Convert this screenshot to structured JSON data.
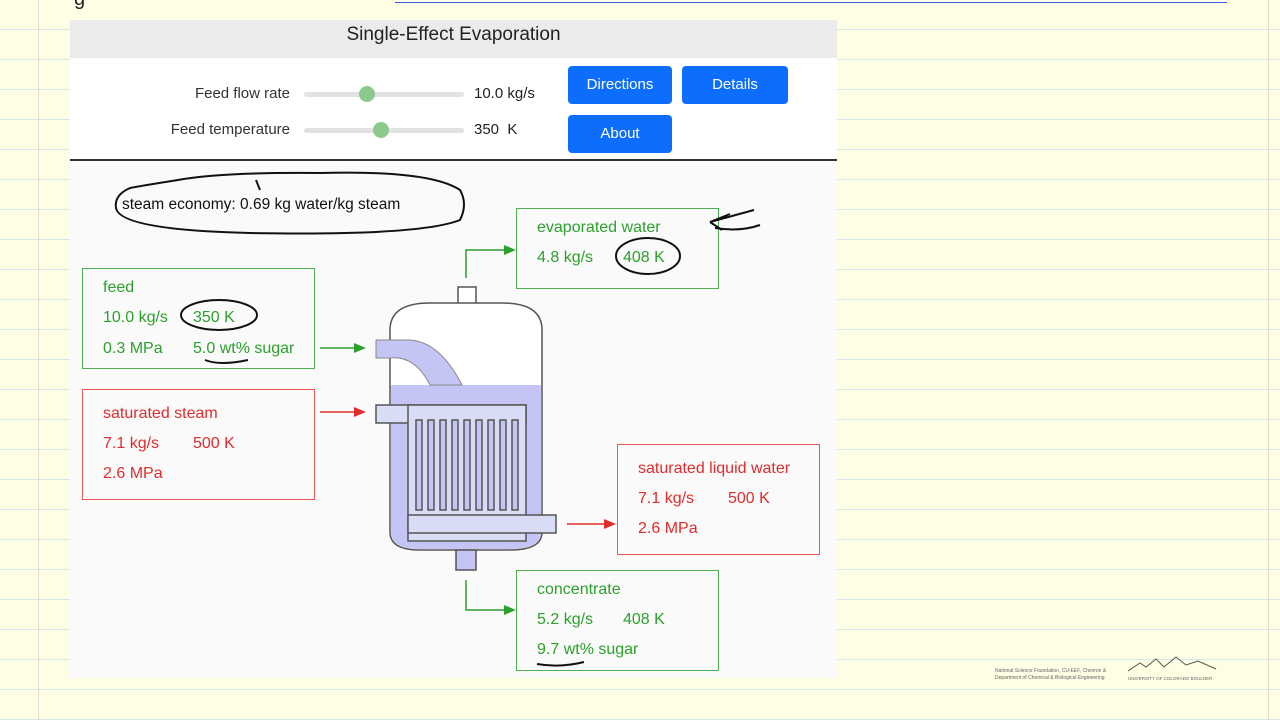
{
  "title": "Single-Effect Evaporation",
  "controls": {
    "feed_flow": {
      "label": "Feed flow rate",
      "value": "10.0 kg/s",
      "level": 0.4
    },
    "feed_temp": {
      "label": "Feed temperature",
      "value": "350  K",
      "level": 0.48
    }
  },
  "buttons": {
    "directions": "Directions",
    "details": "Details",
    "about": "About"
  },
  "economy": "steam economy: 0.69 kg water/kg steam",
  "feed": {
    "title": "feed",
    "flow": "10.0 kg/s",
    "temp": "350 K",
    "pressure": "0.3 MPa",
    "comp": "5.0 wt% sugar"
  },
  "steam": {
    "title": "saturated steam",
    "flow": "7.1 kg/s",
    "temp": "500 K",
    "pressure": "2.6 MPa"
  },
  "evaporated": {
    "title": "evaporated water",
    "flow": "4.8 kg/s",
    "temp": "408 K"
  },
  "liquid": {
    "title": "saturated liquid water",
    "flow": "7.1 kg/s",
    "temp": "500 K",
    "pressure": "2.6 MPa"
  },
  "concentrate": {
    "title": "concentrate",
    "flow": "5.2 kg/s",
    "temp": "408 K",
    "comp": "9.7 wt% sugar"
  },
  "footer": {
    "line1": "National Science Foundation, CU-EEF, Chevron &",
    "line2": "Department of Chemical & Biological Engineering",
    "univ": "UNIVERSITY OF COLORADO BOULDER"
  },
  "colors": {
    "green": "#2ca02c",
    "red": "#e02c2c",
    "button": "#0d6efd",
    "liquid": "#c5c5f5"
  }
}
